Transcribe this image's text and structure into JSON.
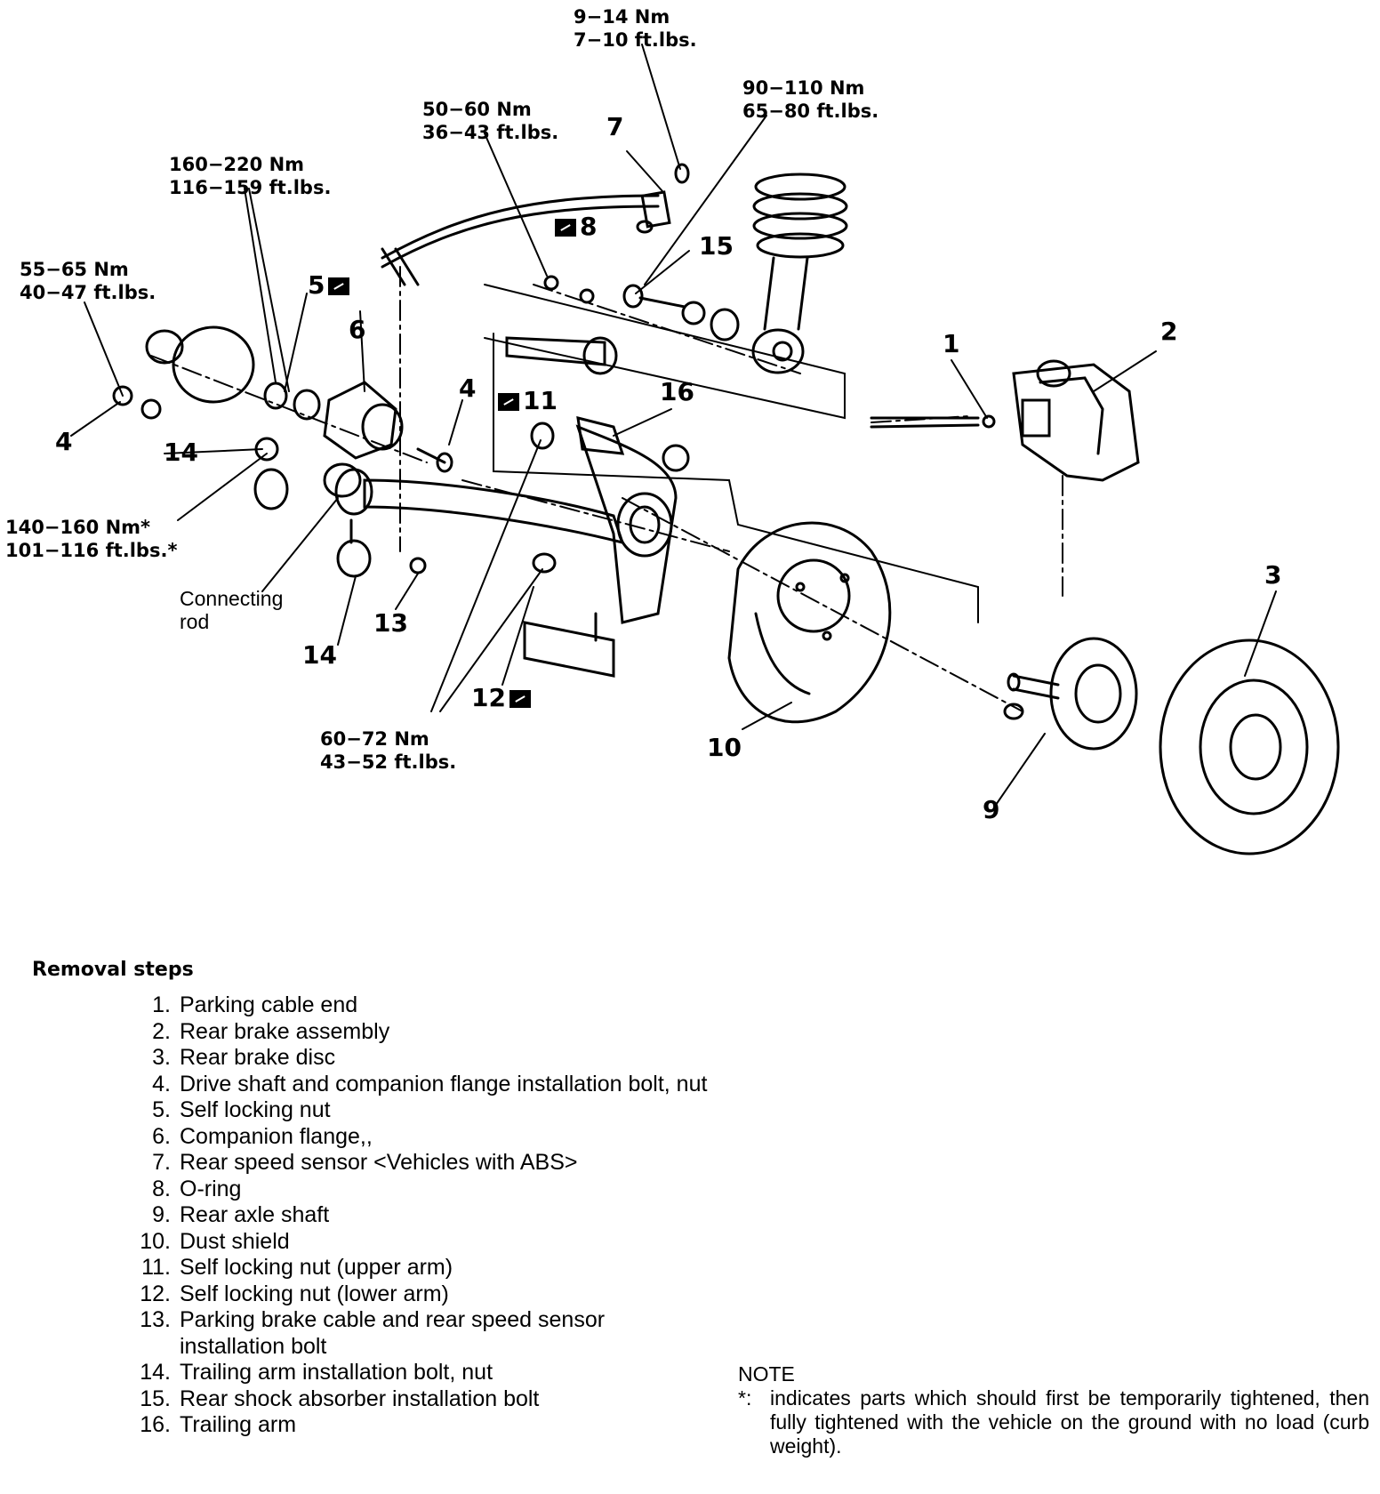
{
  "torque_specs": [
    {
      "id": "t-9-14",
      "nm": "9−14 Nm",
      "ft": "7−10 ft.lbs."
    },
    {
      "id": "t-90-110",
      "nm": "90−110 Nm",
      "ft": "65−80 ft.lbs."
    },
    {
      "id": "t-50-60",
      "nm": "50−60 Nm",
      "ft": "36−43 ft.lbs."
    },
    {
      "id": "t-160-220",
      "nm": "160−220 Nm",
      "ft": "116−159 ft.lbs."
    },
    {
      "id": "t-55-65",
      "nm": "55−65 Nm",
      "ft": "40−47 ft.lbs."
    },
    {
      "id": "t-140-160",
      "nm": "140−160 Nm*",
      "ft": "101−116 ft.lbs.*"
    },
    {
      "id": "t-60-72",
      "nm": "60−72 Nm",
      "ft": "43−52 ft.lbs."
    }
  ],
  "callouts": [
    "1",
    "2",
    "3",
    "4",
    "4",
    "5",
    "6",
    "7",
    "8",
    "9",
    "10",
    "11",
    "12",
    "13",
    "14",
    "14",
    "15",
    "16"
  ],
  "connecting_rod_label": "Connecting\nrod",
  "removal_title": "Removal steps",
  "removal_steps": [
    {
      "num": "1.",
      "text": "Parking cable end"
    },
    {
      "num": "2.",
      "text": "Rear brake assembly"
    },
    {
      "num": "3.",
      "text": "Rear brake disc"
    },
    {
      "num": "4.",
      "text": "Drive shaft and companion flange installation bolt, nut"
    },
    {
      "num": "5.",
      "text": "Self locking nut"
    },
    {
      "num": "6.",
      "text": "Companion flange,,"
    },
    {
      "num": "7.",
      "text": "Rear speed sensor <Vehicles with ABS>"
    },
    {
      "num": "8.",
      "text": "O-ring"
    },
    {
      "num": "9.",
      "text": "Rear axle shaft"
    },
    {
      "num": "10.",
      "text": "Dust shield"
    },
    {
      "num": "11.",
      "text": "Self locking nut (upper arm)"
    },
    {
      "num": "12.",
      "text": "Self locking nut (lower arm)"
    },
    {
      "num": "13.",
      "text": "Parking brake cable and rear speed sensor installation bolt"
    },
    {
      "num": "14.",
      "text": "Trailing arm installation bolt, nut"
    },
    {
      "num": "15.",
      "text": "Rear shock absorber installation bolt"
    },
    {
      "num": "16.",
      "text": "Trailing arm"
    }
  ],
  "note": {
    "heading": "NOTE",
    "mark": "*:",
    "text": "indicates parts which should first be temporarily tightened, then fully tightened with the vehicle on the ground with no load (curb weight)."
  }
}
